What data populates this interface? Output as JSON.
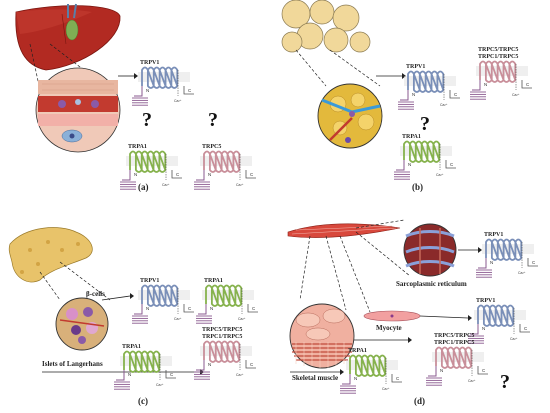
{
  "palette": {
    "trpv1": "#7a8fb8",
    "trpa1": "#86b24d",
    "trpc": "#c98f9a",
    "tail": "#8a5a8f",
    "liver": "#b22a22",
    "fat": "#f1d89a",
    "pancreas": "#e8c36a",
    "muscle": "#d8483c"
  },
  "panels": [
    {
      "id": "a",
      "label": "(a)",
      "channels": [
        {
          "id": "a-trpv1",
          "title": "TRPV1",
          "color": "trpv1"
        },
        {
          "id": "a-trpa1",
          "title": "TRPA1",
          "color": "trpa1"
        },
        {
          "id": "a-trpc5",
          "title": "TRPC5",
          "color": "trpc"
        }
      ],
      "questions": [
        "?",
        "?"
      ]
    },
    {
      "id": "b",
      "label": "(b)",
      "channels": [
        {
          "id": "b-trpv1",
          "title": "TRPV1",
          "color": "trpv1"
        },
        {
          "id": "b-trpc",
          "title": [
            "TRPC5/TRPC5",
            "TRPC1/TRPC5"
          ],
          "color": "trpc"
        },
        {
          "id": "b-trpa1",
          "title": "TRPA1",
          "color": "trpa1"
        }
      ],
      "questions": [
        "?"
      ]
    },
    {
      "id": "c",
      "label": "(c)",
      "texts": {
        "beta": "β-cells",
        "islets": "Islets of Langerhans"
      },
      "channels": [
        {
          "id": "c-trpv1",
          "title": "TRPV1",
          "color": "trpv1"
        },
        {
          "id": "c-trpa1-top",
          "title": "TRPA1",
          "color": "trpa1"
        },
        {
          "id": "c-trpa1",
          "title": "TRPA1",
          "color": "trpa1"
        },
        {
          "id": "c-trpc",
          "title": [
            "TRPC5/TRPC5",
            "TRPC1/TRPC5"
          ],
          "color": "trpc"
        }
      ]
    },
    {
      "id": "d",
      "label": "(d)",
      "texts": {
        "sr": "Sarcoplasmic reticulum",
        "myocyte": "Myocyte",
        "skeletal": "Skeletal muscle"
      },
      "channels": [
        {
          "id": "d-trpv1-top",
          "title": "TRPV1",
          "color": "trpv1"
        },
        {
          "id": "d-trpv1-mid",
          "title": "TRPV1",
          "color": "trpv1"
        },
        {
          "id": "d-trpa1",
          "title": "TRPA1",
          "color": "trpa1"
        },
        {
          "id": "d-trpc",
          "title": [
            "TRPC5/TRPC5",
            "TRPC1/TRPC5"
          ],
          "color": "trpc"
        }
      ],
      "questions": [
        "?"
      ]
    }
  ],
  "channel_marks": {
    "n": "N",
    "c": "C",
    "ca": "Ca²⁺"
  }
}
